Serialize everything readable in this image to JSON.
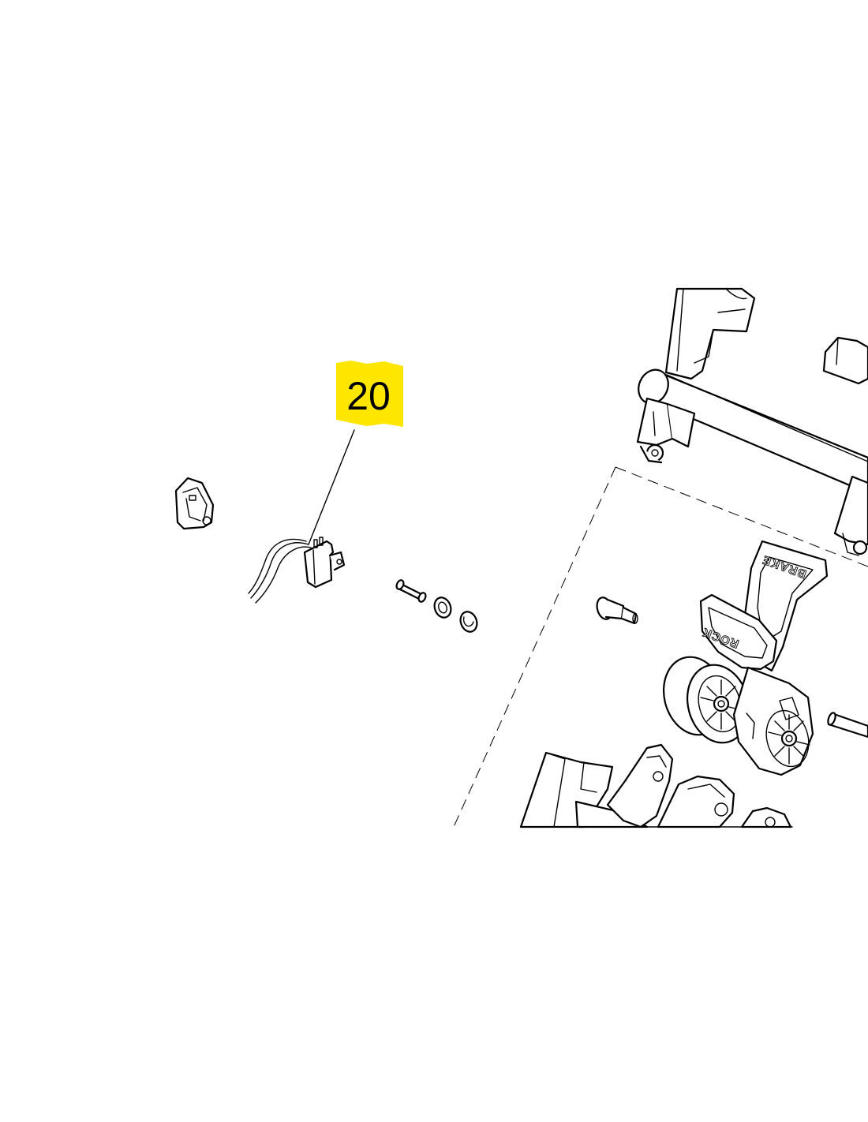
{
  "callout": {
    "number": "20",
    "highlight_color": "#ffe600"
  },
  "embossed_labels": {
    "brake": "BRAKE",
    "rock": "ROCK"
  },
  "colors": {
    "line": "#000000",
    "background": "#ffffff"
  }
}
